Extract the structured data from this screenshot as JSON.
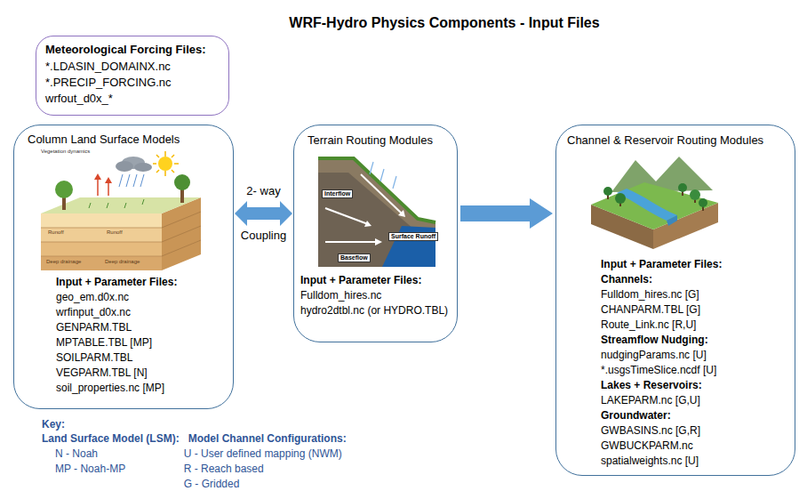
{
  "diagram": {
    "title": "WRF-Hydro Physics Components - Input Files",
    "nodes": [
      {
        "text": [
          "Meteorological Forcing Files:",
          "*.LDASIN_DOMAINX.nc",
          "*.PRECIP_FORCING.nc",
          "wrfout_d0x_*"
        ]
      },
      {
        "text": [
          "Column Land Surface Models",
          "Input + Parameter Files:",
          "geo_em.d0x.nc",
          "wrfinput_d0x.nc",
          "GENPARM.TBL",
          "MPTABLE.TBL [MP]",
          "SOILPARM.TBL",
          "VEGPARM.TBL [N]",
          "soil_properties.nc [MP]"
        ]
      },
      {
        "text": [
          "Terrain Routing Modules",
          "Input + Parameter Files:",
          "Fulldom_hires.nc",
          "hydro2dtbl.nc (or HYDRO.TBL)"
        ]
      },
      {
        "text": [
          "Channel & Reservoir Routing Modules",
          "Input + Parameter Files:",
          "Channels:",
          "Fulldom_hires.nc [G]",
          "CHANPARM.TBL [G]",
          "Route_Link.nc [R,U]",
          "Streamflow Nudging:",
          "nudgingParams.nc [U]",
          "*.usgsTimeSlice.ncdf [U]",
          "Lakes + Reservoirs:",
          "LAKEPARM.nc [G,U]",
          "Groundwater:",
          "GWBASINS.nc [G,R]",
          "GWBUCKPARM.nc",
          "spatialweights.nc [U]"
        ]
      }
    ],
    "edges": [
      {
        "from": 1,
        "to": 2,
        "arrow": "both"
      },
      {
        "from": 2,
        "to": 3,
        "arrow": "to"
      }
    ],
    "labels": [
      "2- way",
      "Coupling",
      "Vegetation dynamics",
      "Runoff",
      "Runoff",
      "Deep drainage",
      "Deep drainage",
      "Interflow",
      "Surface Runoff",
      "Baseflow",
      "Key:",
      "Land Surface Model (LSM):",
      "N - Noah",
      "MP - Noah-MP",
      "Model Channel Configurations:",
      "U - User defined mapping (NWM)",
      "R - Reach based",
      "G - Gridded"
    ]
  }
}
